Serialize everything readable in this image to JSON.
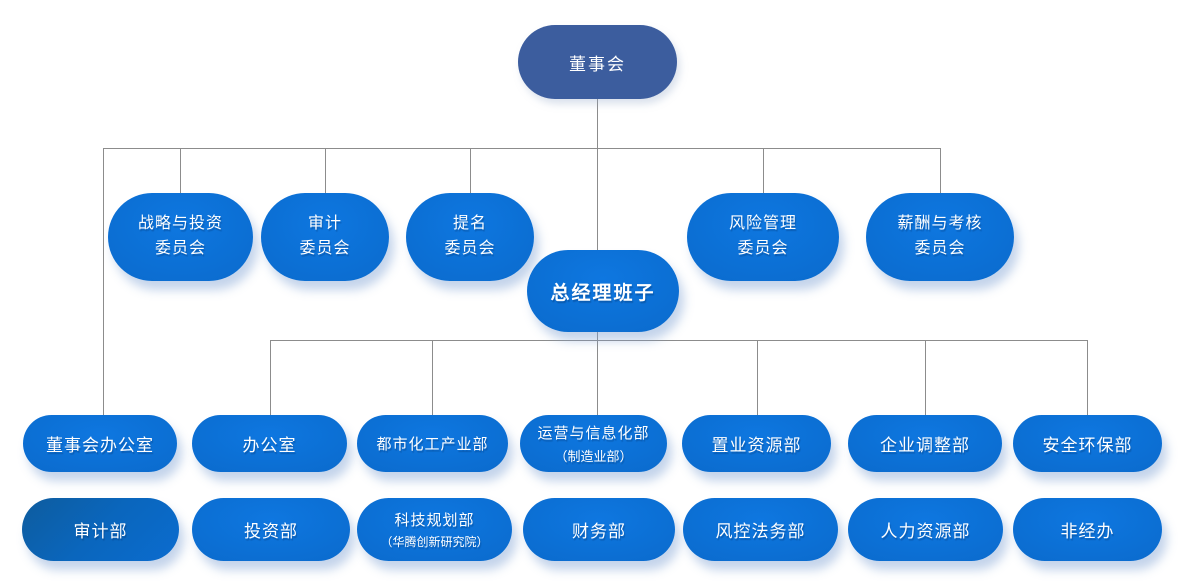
{
  "colors": {
    "board_fill": "#3c5d9e",
    "node_light": "#0e77e0",
    "node_mid": "#0b6ccf",
    "node_dark": "#0757b2",
    "audit_dark": "#0e5c9e",
    "connector": "#8c8c8c",
    "text": "#ffffff"
  },
  "org": {
    "board": {
      "label": "董事会"
    },
    "committees": [
      {
        "line1": "战略与投资",
        "line2": "委员会"
      },
      {
        "line1": "审计",
        "line2": "委员会"
      },
      {
        "line1": "提名",
        "line2": "委员会"
      },
      {
        "line1": "风险管理",
        "line2": "委员会"
      },
      {
        "line1": "薪酬与考核",
        "line2": "委员会"
      }
    ],
    "gm": {
      "label": "总经理班子"
    },
    "departments_row1": [
      {
        "line1": "董事会办公室"
      },
      {
        "line1": "办公室"
      },
      {
        "line1": "都市化工产业部"
      },
      {
        "line1": "运营与信息化部",
        "line2": "（制造业部）"
      },
      {
        "line1": "置业资源部"
      },
      {
        "line1": "企业调整部"
      },
      {
        "line1": "安全环保部"
      }
    ],
    "departments_row2": [
      {
        "line1": "审计部"
      },
      {
        "line1": "投资部"
      },
      {
        "line1": "科技规划部",
        "line2": "（华腾创新研究院）"
      },
      {
        "line1": "财务部"
      },
      {
        "line1": "风控法务部"
      },
      {
        "line1": "人力资源部"
      },
      {
        "line1": "非经办"
      }
    ]
  }
}
